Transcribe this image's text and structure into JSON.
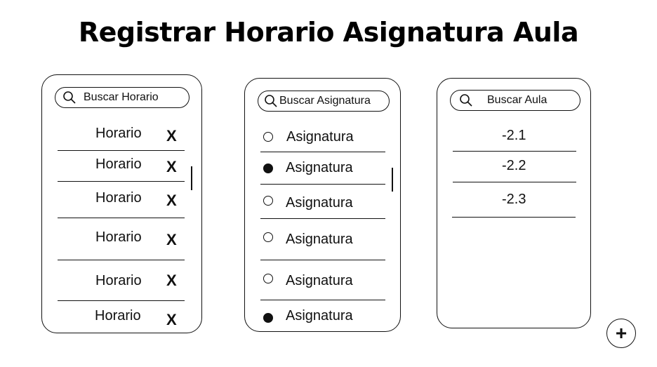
{
  "title": "Registrar Horario Asignatura Aula",
  "horarios": {
    "search_placeholder": "Buscar Horario",
    "items": [
      {
        "label": "Horario",
        "delete": "X"
      },
      {
        "label": "Horario",
        "delete": "X"
      },
      {
        "label": "Horario",
        "delete": "X"
      },
      {
        "label": "Horario",
        "delete": "X"
      },
      {
        "label": "Horario",
        "delete": "X"
      },
      {
        "label": "Horario",
        "delete": "X"
      }
    ]
  },
  "asignaturas": {
    "search_placeholder": "Buscar Asignatura",
    "items": [
      {
        "label": "Asignatura",
        "selected": false
      },
      {
        "label": "Asignatura",
        "selected": true
      },
      {
        "label": "Asignatura",
        "selected": false
      },
      {
        "label": "Asignatura",
        "selected": false
      },
      {
        "label": "Asignatura",
        "selected": false
      },
      {
        "label": "Asignatura",
        "selected": true
      }
    ]
  },
  "aulas": {
    "search_placeholder": "Buscar Aula",
    "items": [
      {
        "label": "-2.1"
      },
      {
        "label": "-2.2"
      },
      {
        "label": "-2.3"
      }
    ]
  },
  "add_button": "+"
}
